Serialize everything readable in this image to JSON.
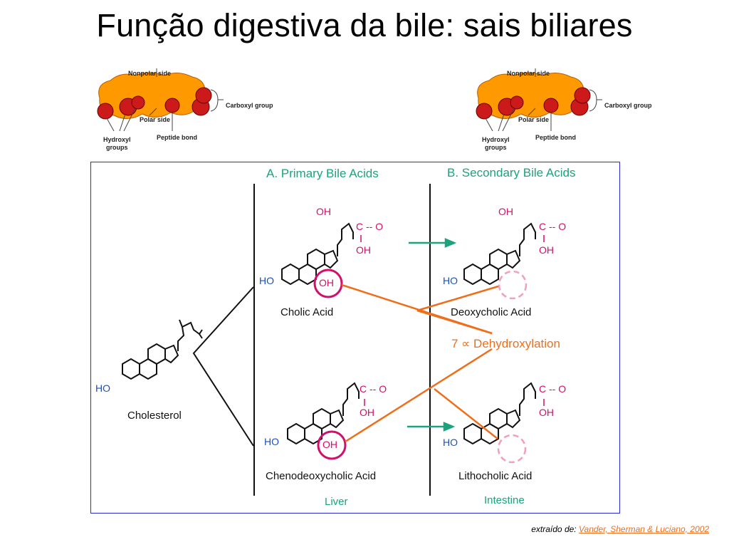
{
  "title": "Função digestiva da bile: sais biliares",
  "micelle_diagram": {
    "nonpolar_side": "Nonpolar side",
    "carboxyl_group": "Carboxyl group",
    "polar_side": "Polar side",
    "hydroxyl_groups_line1": "Hydroxyl",
    "hydroxyl_groups_line2": "groups",
    "peptide_bond": "Peptide bond"
  },
  "figure": {
    "header_primary": "A. Primary Bile Acids",
    "header_secondary": "B. Secondary Bile Acids",
    "cholesterol": {
      "name": "Cholesterol",
      "ho": "HO"
    },
    "cholic_acid": {
      "name": "Cholic Acid",
      "oh_top": "OH",
      "c": "C -- O",
      "oh_side": "OH",
      "ho": "HO",
      "oh_circled": "OH"
    },
    "deoxycholic_acid": {
      "name": "Deoxycholic Acid",
      "oh_top": "OH",
      "c": "C -- O",
      "oh_side": "OH",
      "ho": "HO"
    },
    "chenodeoxycholic_acid": {
      "name": "Chenodeoxycholic Acid",
      "c": "C -- O",
      "oh_side": "OH",
      "ho": "HO",
      "oh_circled": "OH"
    },
    "lithocholic_acid": {
      "name": "Lithocholic Acid",
      "c": "C -- O",
      "oh_side": "OH",
      "ho": "HO"
    },
    "dehydroxylation": "7 ∝  Dehydroxylation",
    "location_liver": "Liver",
    "location_intestine": "Intestine"
  },
  "citation": {
    "prefix": "extraído de:",
    "source": "Vander, Sherman & Luciano, 2002"
  },
  "colors": {
    "orange": "#ef6e1a",
    "green": "#1aa37c",
    "pink": "#d0106a",
    "blue": "#1c4fbf",
    "frame": "#2a2ad0",
    "micelle_orange": "#ff9900",
    "micelle_red": "#cc1a1a"
  }
}
